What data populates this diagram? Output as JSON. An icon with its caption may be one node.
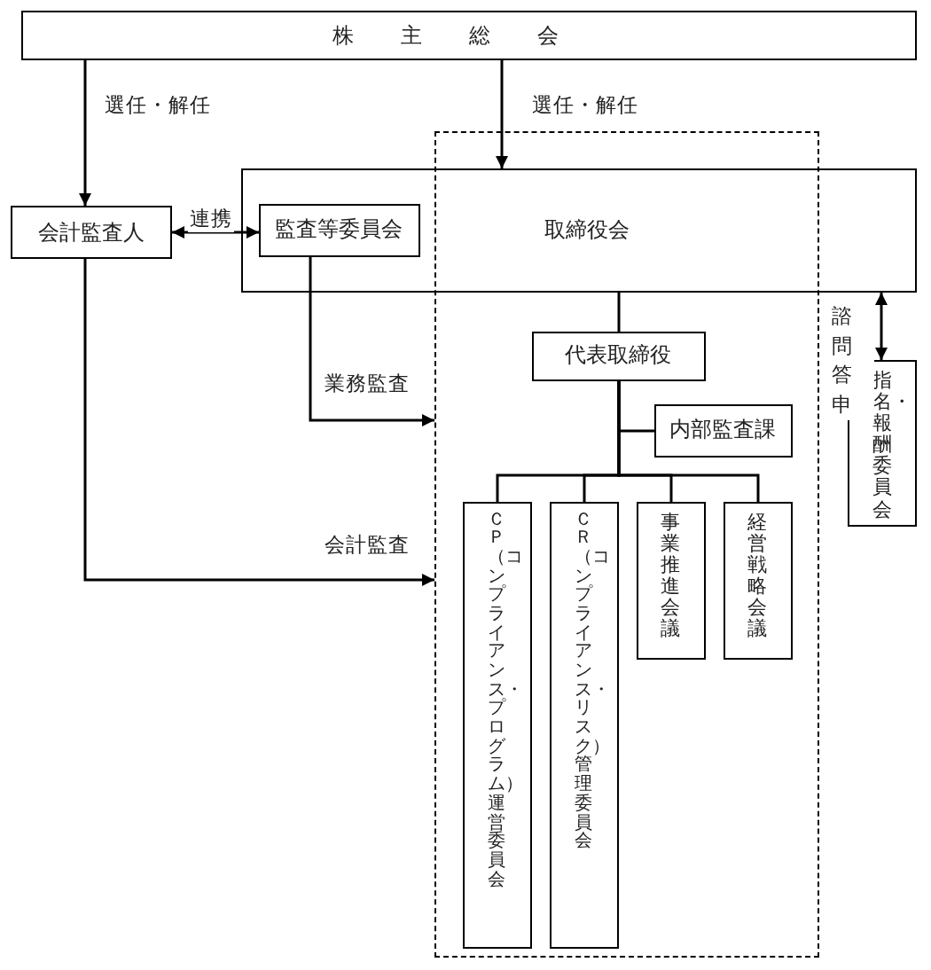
{
  "diagram": {
    "nodes": [
      {
        "text": [
          "株主総会"
        ]
      },
      {
        "text": [
          "会計監査人"
        ]
      },
      {
        "text": [
          "取締役会"
        ]
      },
      {
        "text": [
          "監査等委員会"
        ],
        "in": 2
      },
      {
        "text": [],
        "shape": "box"
      },
      {
        "text": [
          "代表取締役"
        ],
        "in": 4
      },
      {
        "text": [
          "内部監査課"
        ],
        "in": 4
      },
      {
        "text": [
          "ＣＰ（コンプライアンス・プログラム）運営委員会"
        ],
        "in": 4
      },
      {
        "text": [
          "ＣＲ（コンプライアンス・リスク）管理委員会"
        ],
        "in": 4
      },
      {
        "text": [
          "事業推進会議"
        ],
        "in": 4
      },
      {
        "text": [
          "経営戦略会議"
        ],
        "in": 4
      },
      {
        "text": [
          "指名・報酬委員会"
        ]
      }
    ],
    "edges": [
      {
        "from": 0,
        "to": 1,
        "arrow": "to",
        "label": "選任・解任"
      },
      {
        "from": 0,
        "to": 2,
        "arrow": "to",
        "label": "選任・解任"
      },
      {
        "from": 1,
        "to": 3,
        "arrow": "both",
        "label": "連携"
      },
      {
        "from": 3,
        "to": 4,
        "arrow": "to",
        "label": "業務監査"
      },
      {
        "from": 1,
        "to": 4,
        "arrow": "to",
        "label": "会計監査"
      },
      {
        "from": 2,
        "to": 5,
        "arrow": "none"
      },
      {
        "from": 5,
        "to": 6,
        "arrow": "none"
      },
      {
        "from": 5,
        "to": 7,
        "arrow": "none"
      },
      {
        "from": 5,
        "to": 8,
        "arrow": "none"
      },
      {
        "from": 5,
        "to": 9,
        "arrow": "none"
      },
      {
        "from": 5,
        "to": 10,
        "arrow": "none"
      },
      {
        "from": 2,
        "to": 11,
        "arrow": "both",
        "label": "諮問答申"
      }
    ]
  }
}
